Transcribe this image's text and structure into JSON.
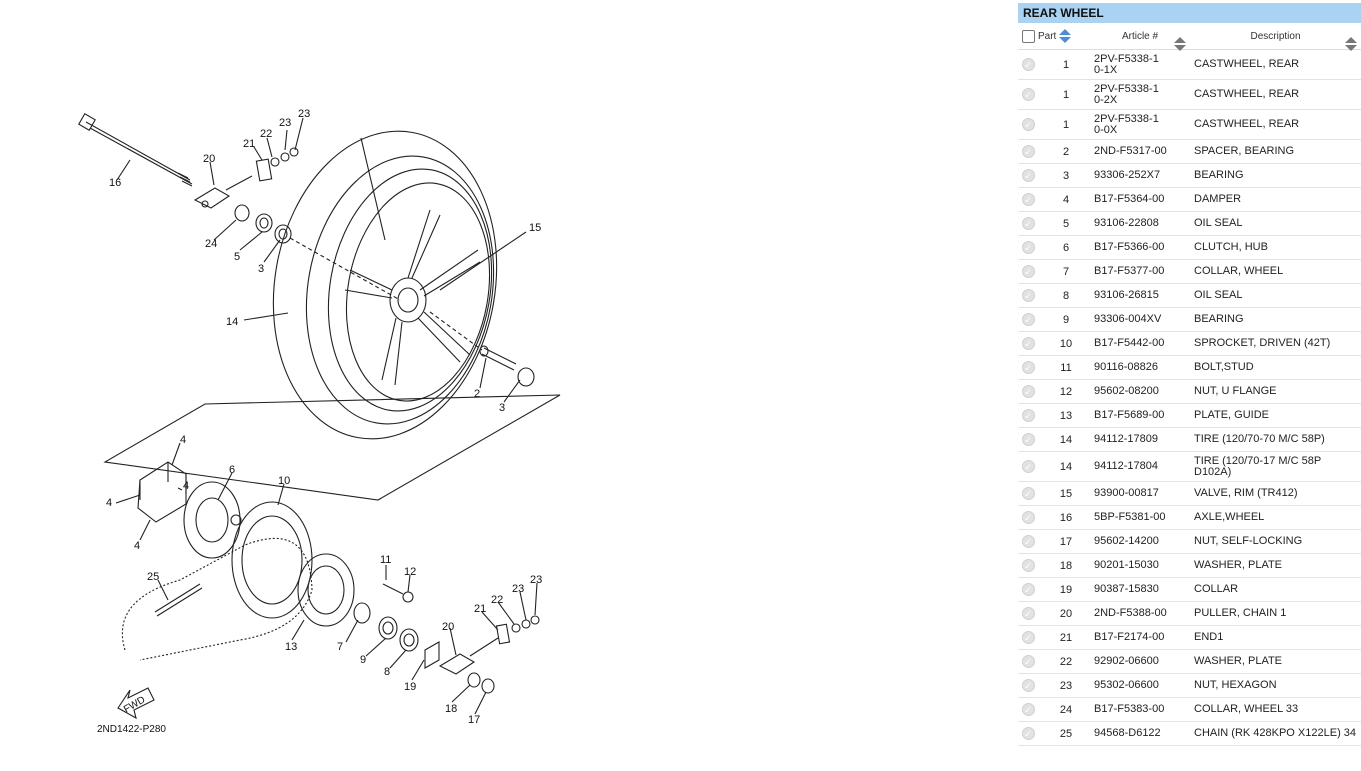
{
  "diagram": {
    "caption": "2ND1422-P280",
    "fwd_label": "FWD",
    "callouts": [
      "16",
      "20",
      "21",
      "22",
      "23",
      "23",
      "24",
      "5",
      "3",
      "15",
      "14",
      "2",
      "3",
      "4",
      "4",
      "4",
      "4",
      "6",
      "10",
      "11",
      "12",
      "25",
      "13",
      "7",
      "9",
      "8",
      "19",
      "20",
      "21",
      "22",
      "23",
      "23",
      "18",
      "17"
    ]
  },
  "parts": {
    "title": "REAR WHEEL",
    "columns": {
      "part": "Part",
      "article": "Article #",
      "description": "Description"
    },
    "rows": [
      {
        "part": "1",
        "article": "2PV-F5338-10-1X",
        "description": "CASTWHEEL, REAR"
      },
      {
        "part": "1",
        "article": "2PV-F5338-10-2X",
        "description": "CASTWHEEL, REAR"
      },
      {
        "part": "1",
        "article": "2PV-F5338-10-0X",
        "description": "CASTWHEEL, REAR"
      },
      {
        "part": "2",
        "article": "2ND-F5317-00",
        "description": "SPACER, BEARING"
      },
      {
        "part": "3",
        "article": "93306-252X7",
        "description": "BEARING"
      },
      {
        "part": "4",
        "article": "B17-F5364-00",
        "description": "DAMPER"
      },
      {
        "part": "5",
        "article": "93106-22808",
        "description": "OIL SEAL"
      },
      {
        "part": "6",
        "article": "B17-F5366-00",
        "description": "CLUTCH, HUB"
      },
      {
        "part": "7",
        "article": "B17-F5377-00",
        "description": "COLLAR, WHEEL"
      },
      {
        "part": "8",
        "article": "93106-26815",
        "description": "OIL SEAL"
      },
      {
        "part": "9",
        "article": "93306-004XV",
        "description": "BEARING"
      },
      {
        "part": "10",
        "article": "B17-F5442-00",
        "description": "SPROCKET, DRIVEN (42T)"
      },
      {
        "part": "11",
        "article": "90116-08826",
        "description": "BOLT,STUD"
      },
      {
        "part": "12",
        "article": "95602-08200",
        "description": "NUT, U FLANGE"
      },
      {
        "part": "13",
        "article": "B17-F5689-00",
        "description": "PLATE, GUIDE"
      },
      {
        "part": "14",
        "article": "94112-17809",
        "description": "TIRE (120/70-70 M/C 58P)"
      },
      {
        "part": "14",
        "article": "94112-17804",
        "description": "TIRE (120/70-17 M/C 58P D102A)"
      },
      {
        "part": "15",
        "article": "93900-00817",
        "description": "VALVE, RIM (TR412)"
      },
      {
        "part": "16",
        "article": "5BP-F5381-00",
        "description": "AXLE,WHEEL"
      },
      {
        "part": "17",
        "article": "95602-14200",
        "description": "NUT, SELF-LOCKING"
      },
      {
        "part": "18",
        "article": "90201-15030",
        "description": "WASHER, PLATE"
      },
      {
        "part": "19",
        "article": "90387-15830",
        "description": "COLLAR"
      },
      {
        "part": "20",
        "article": "2ND-F5388-00",
        "description": "PULLER, CHAIN 1"
      },
      {
        "part": "21",
        "article": "B17-F2174-00",
        "description": "END1"
      },
      {
        "part": "22",
        "article": "92902-06600",
        "description": "WASHER, PLATE"
      },
      {
        "part": "23",
        "article": "95302-06600",
        "description": "NUT, HEXAGON"
      },
      {
        "part": "24",
        "article": "B17-F5383-00",
        "description": "COLLAR, WHEEL 33"
      },
      {
        "part": "25",
        "article": "94568-D6122",
        "description": "CHAIN (RK 428KPO X122LE) 34"
      }
    ]
  }
}
